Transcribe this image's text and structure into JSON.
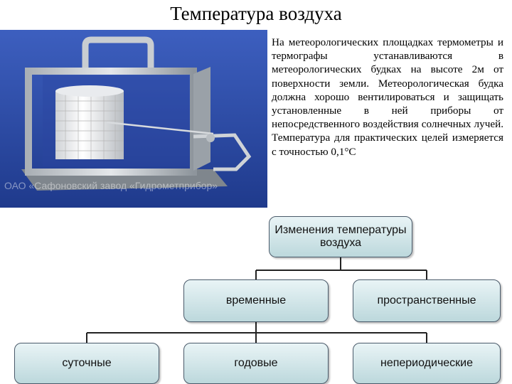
{
  "title": "Температура воздуха",
  "paragraph": "На метеорологических площадках термометры и термографы устанавливаются в метеорологических будках на высоте 2м от поверхности земли. Метеорологическая будка должна хорошо вентилироваться и защищать установленные в ней приборы от непосредственного воздействия солнечных лучей. Температура для практических целей измеряется с точностью 0,1°С",
  "photo_watermark": "ОАО «Сафоновский завод «Гидрометприбор»",
  "diagram": {
    "root": "Изменения температуры воздуха",
    "level1": [
      "временные",
      "пространственные"
    ],
    "level2": [
      "суточные",
      "годовые",
      "непериодические"
    ]
  },
  "colors": {
    "box_top": "#e9f4f6",
    "box_bottom": "#bcd8dc",
    "line": "#222222"
  }
}
